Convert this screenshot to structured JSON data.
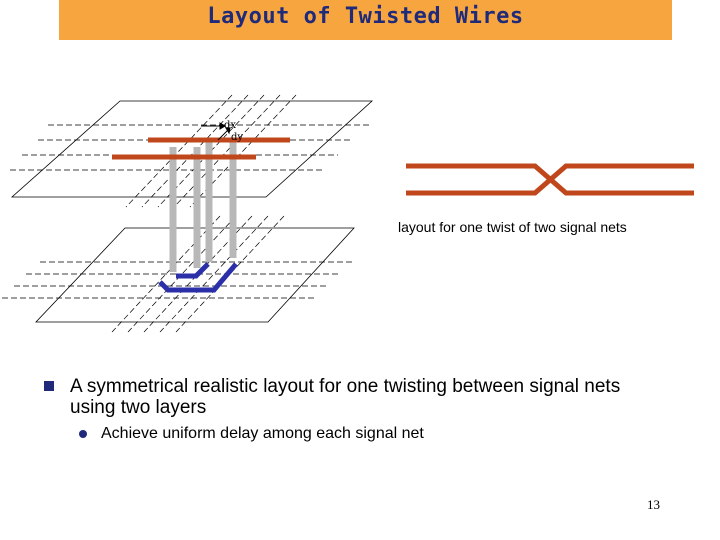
{
  "slide": {
    "title": "Layout of Twisted Wires",
    "caption": "layout for one twist of two signal nets",
    "bullets": [
      {
        "text": "A symmetrical realistic layout for one twisting between signal nets using two layers",
        "sub": [
          "Achieve uniform delay among each signal net"
        ]
      }
    ],
    "page_number": "13"
  },
  "diagram": {
    "dimension_labels": [
      "dx",
      "dy"
    ],
    "colors": {
      "title_bar": "#f7a53f",
      "title_text": "#1f2a7a",
      "upper_wire": "#c0471b",
      "lower_wire": "#2b2fa8",
      "via": "#b8b8b8",
      "bullet": "#1f2a7a"
    }
  }
}
